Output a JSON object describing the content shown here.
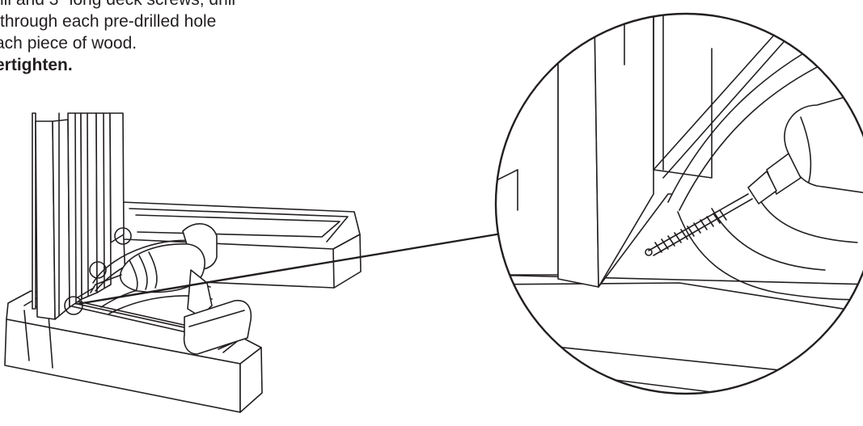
{
  "instructions": {
    "line1": "ill and 3\" long deck screws, drill",
    "line2": "through each pre-drilled hole",
    "line3": "ach piece of wood.",
    "warning": "ertighten."
  }
}
